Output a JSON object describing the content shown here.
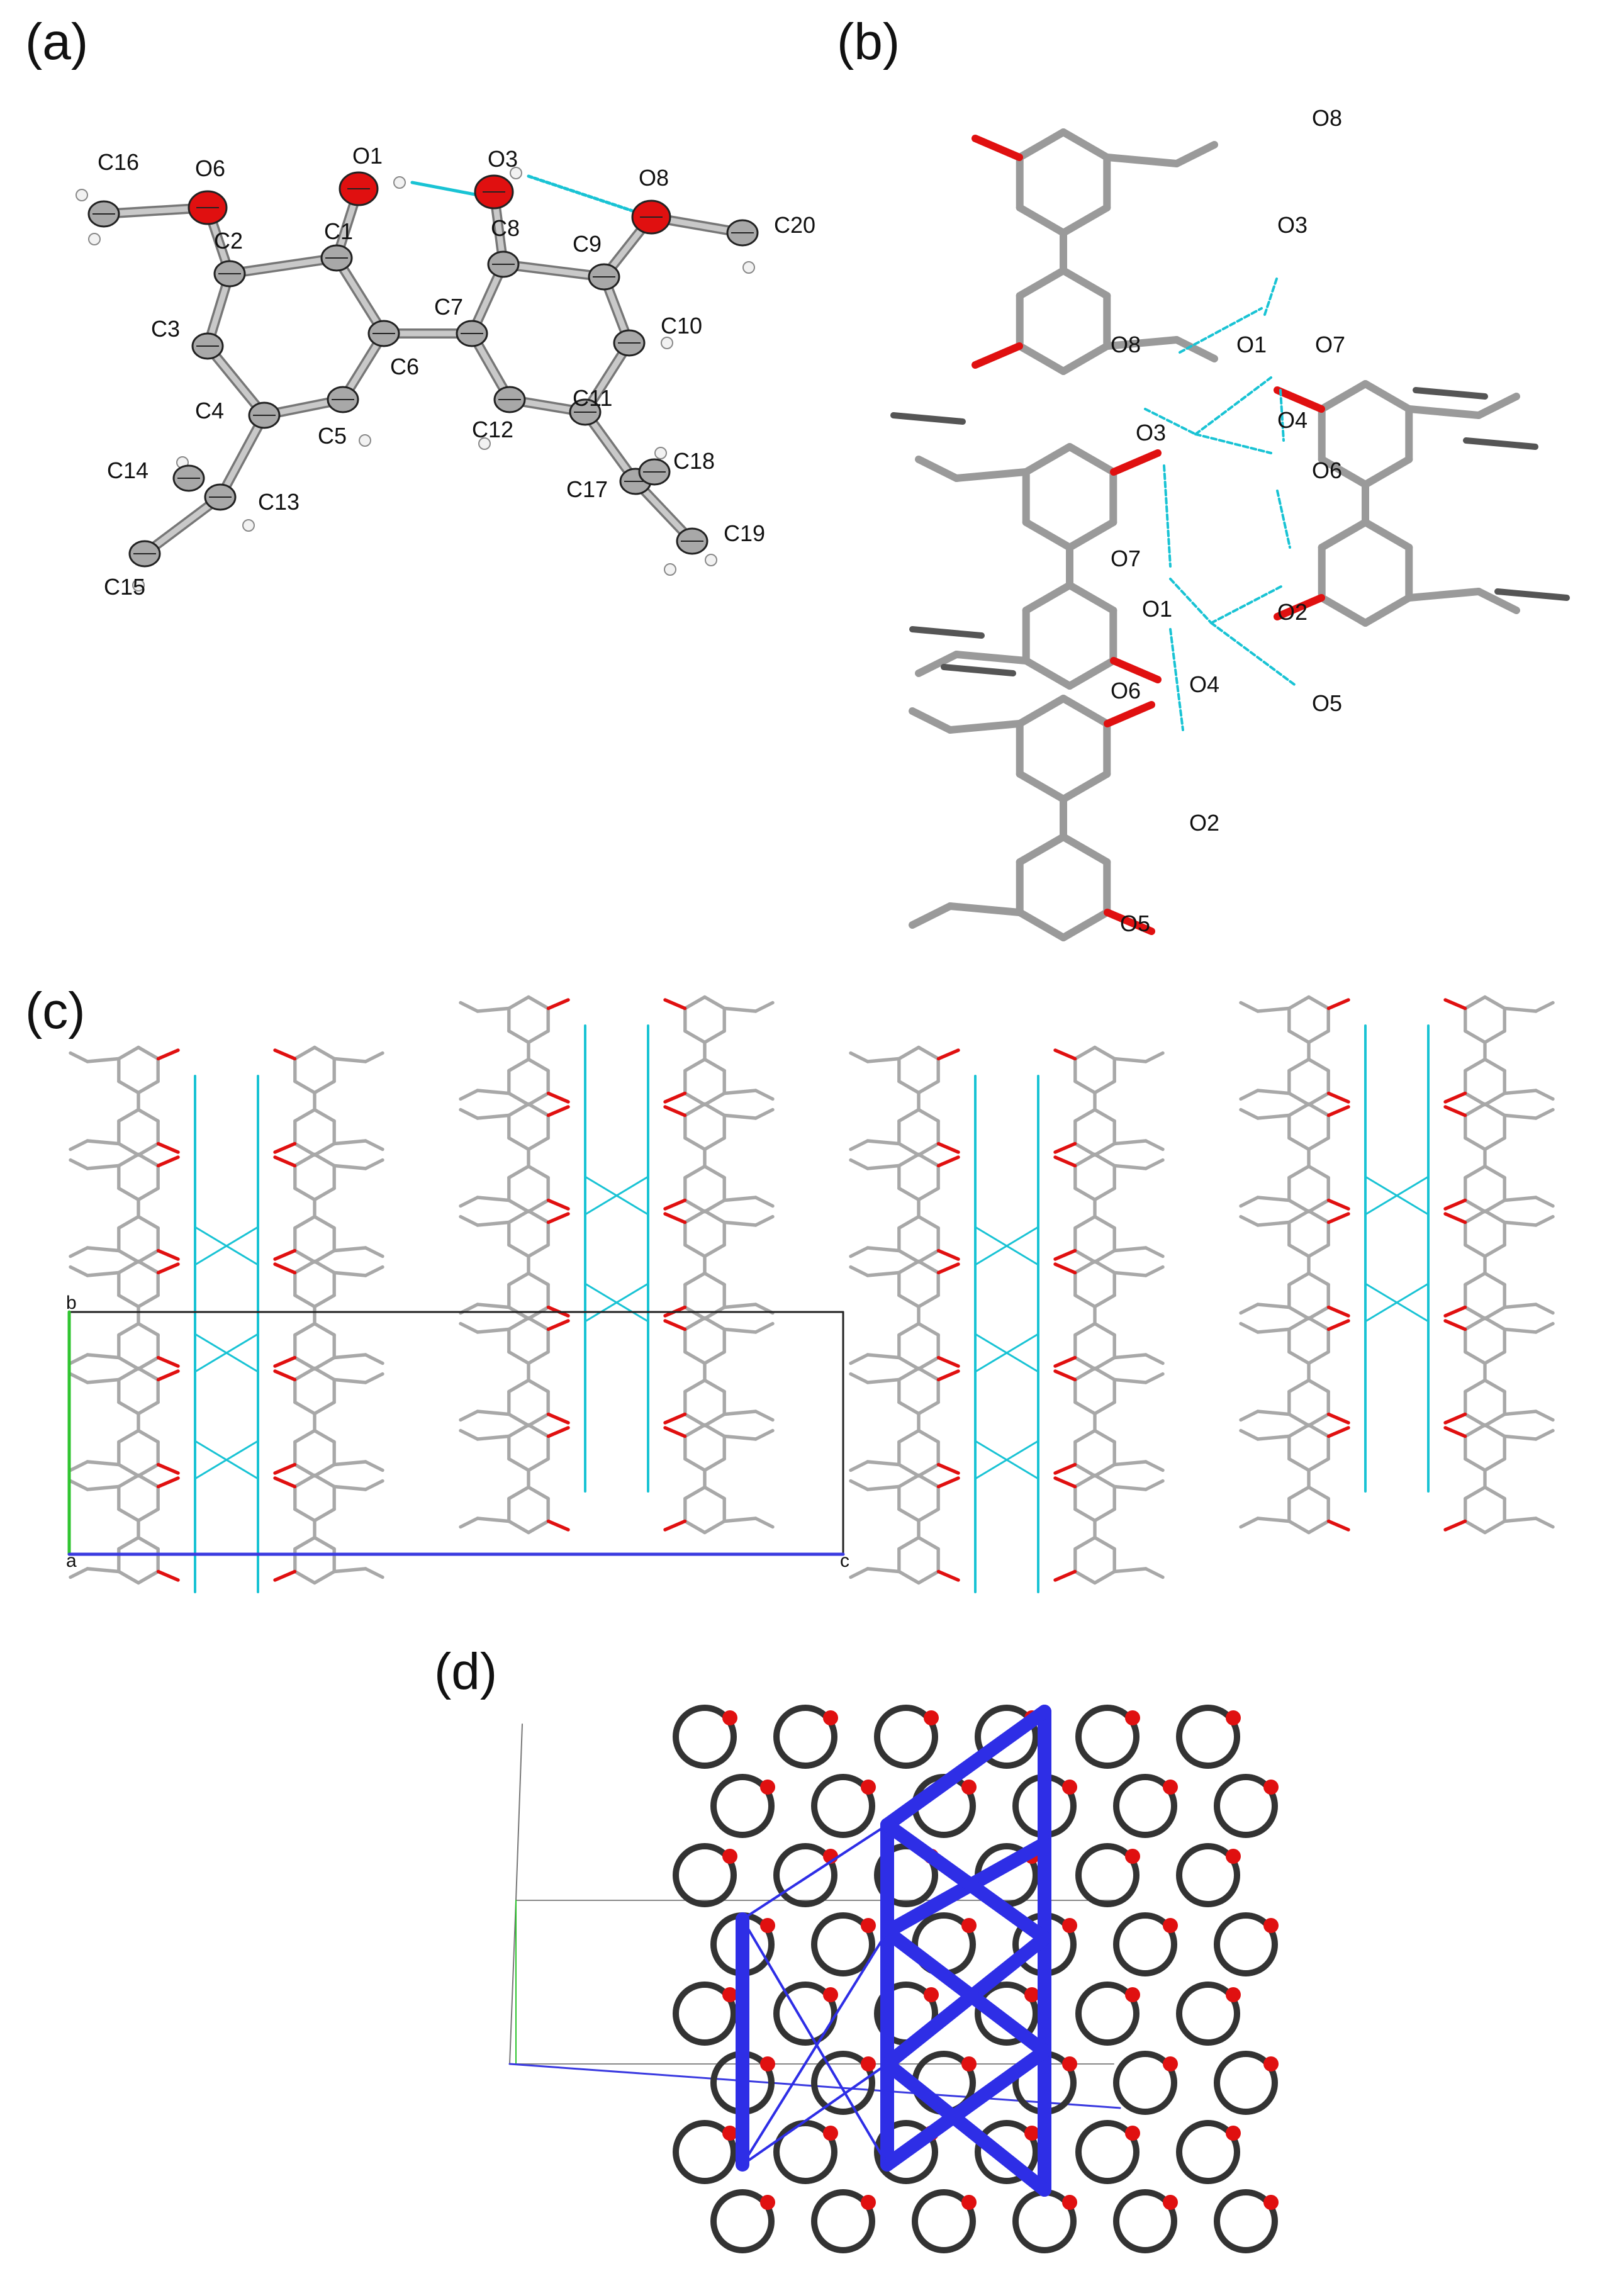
{
  "panels": {
    "a": {
      "label": "(a)",
      "atoms": [
        {
          "name": "O1",
          "el": "O"
        },
        {
          "name": "O3",
          "el": "O"
        },
        {
          "name": "O6",
          "el": "O"
        },
        {
          "name": "O8",
          "el": "O"
        },
        {
          "name": "C1",
          "el": "C"
        },
        {
          "name": "C2",
          "el": "C"
        },
        {
          "name": "C3",
          "el": "C"
        },
        {
          "name": "C4",
          "el": "C"
        },
        {
          "name": "C5",
          "el": "C"
        },
        {
          "name": "C6",
          "el": "C"
        },
        {
          "name": "C7",
          "el": "C"
        },
        {
          "name": "C8",
          "el": "C"
        },
        {
          "name": "C9",
          "el": "C"
        },
        {
          "name": "C10",
          "el": "C"
        },
        {
          "name": "C11",
          "el": "C"
        },
        {
          "name": "C12",
          "el": "C"
        },
        {
          "name": "C13",
          "el": "C"
        },
        {
          "name": "C14",
          "el": "C"
        },
        {
          "name": "C15",
          "el": "C"
        },
        {
          "name": "C16",
          "el": "C"
        },
        {
          "name": "C17",
          "el": "C"
        },
        {
          "name": "C18",
          "el": "C"
        },
        {
          "name": "C19",
          "el": "C"
        },
        {
          "name": "C20",
          "el": "C"
        }
      ]
    },
    "b": {
      "label": "(b)",
      "atom_labels": [
        "O8",
        "O3",
        "O1",
        "O7",
        "O8",
        "O3",
        "O4",
        "O6",
        "O7",
        "O1",
        "O2",
        "O6",
        "O4",
        "O5",
        "O2",
        "O5"
      ]
    },
    "c": {
      "label": "(c)",
      "axis_labels": {
        "b": "b",
        "a": "a",
        "c": "c"
      }
    },
    "d": {
      "label": "(d)"
    }
  },
  "colors": {
    "carbon": "#8f8f8f",
    "carbon_dark": "#3a3a3a",
    "oxygen": "#e01010",
    "hydrogen": "#d8d8d8",
    "hbond": "#19c3d4",
    "axis_a": "#2fc42f",
    "axis_c": "#3a3ae0",
    "network": "#2e2ee6"
  }
}
